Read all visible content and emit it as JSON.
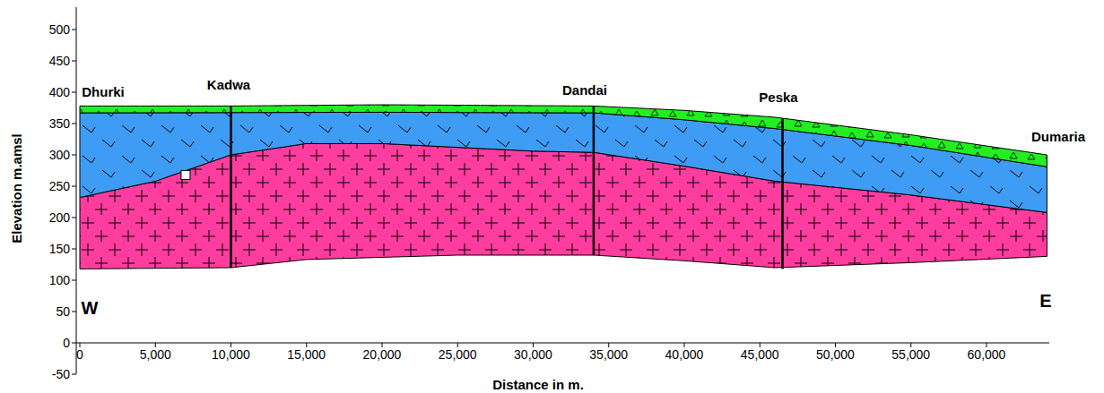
{
  "diagram": {
    "labels": [
      "500",
      "450",
      "400",
      "350",
      "300",
      "250",
      "200",
      "150",
      "100",
      "50",
      "0",
      "-50",
      "0",
      "5,000",
      "10,000",
      "15,000",
      "20,000",
      "25,000",
      "30,000",
      "35,000",
      "40,000",
      "45,000",
      "50,000",
      "55,000",
      "60,000",
      "Elevation m.amsl",
      "Distance in m.",
      "W",
      "E",
      "Dhurki",
      "Kadwa",
      "Dandai",
      "Peska",
      "Dumaria"
    ]
  }
}
